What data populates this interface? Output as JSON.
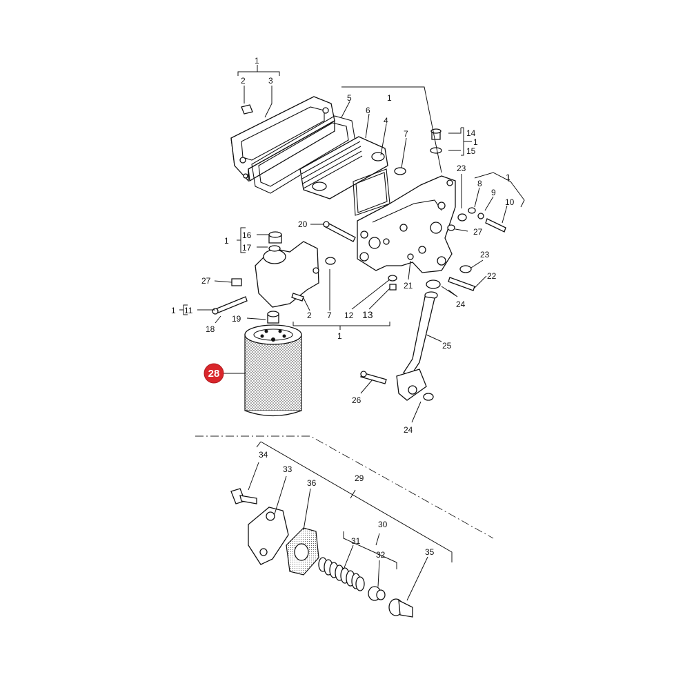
{
  "callouts": {
    "c1a": "1",
    "c2a": "2",
    "c3": "3",
    "c5": "5",
    "c1b": "1",
    "c6": "6",
    "c4": "4",
    "c7a": "7",
    "c14": "14",
    "c15": "15",
    "c1c": "1",
    "c23a": "23",
    "c8": "8",
    "c9": "9",
    "c1d": "1",
    "c10": "10",
    "c27a": "27",
    "c20": "20",
    "c16": "16",
    "c17": "17",
    "c1e": "1",
    "c27b": "27",
    "c23b": "23",
    "c22": "22",
    "c21": "21",
    "c24a": "24",
    "c1f": "1",
    "c11": "11",
    "c18": "18",
    "c19": "19",
    "c2b": "2",
    "c7b": "7",
    "c12": "12",
    "c13": "13",
    "c1g": "1",
    "c25": "25",
    "c26": "26",
    "c24b": "24",
    "c34": "34",
    "c33": "33",
    "c36": "36",
    "c29": "29",
    "c30": "30",
    "c31": "31",
    "c32": "32",
    "c35": "35"
  },
  "highlight": {
    "label": "28",
    "color": "#d9262b"
  }
}
